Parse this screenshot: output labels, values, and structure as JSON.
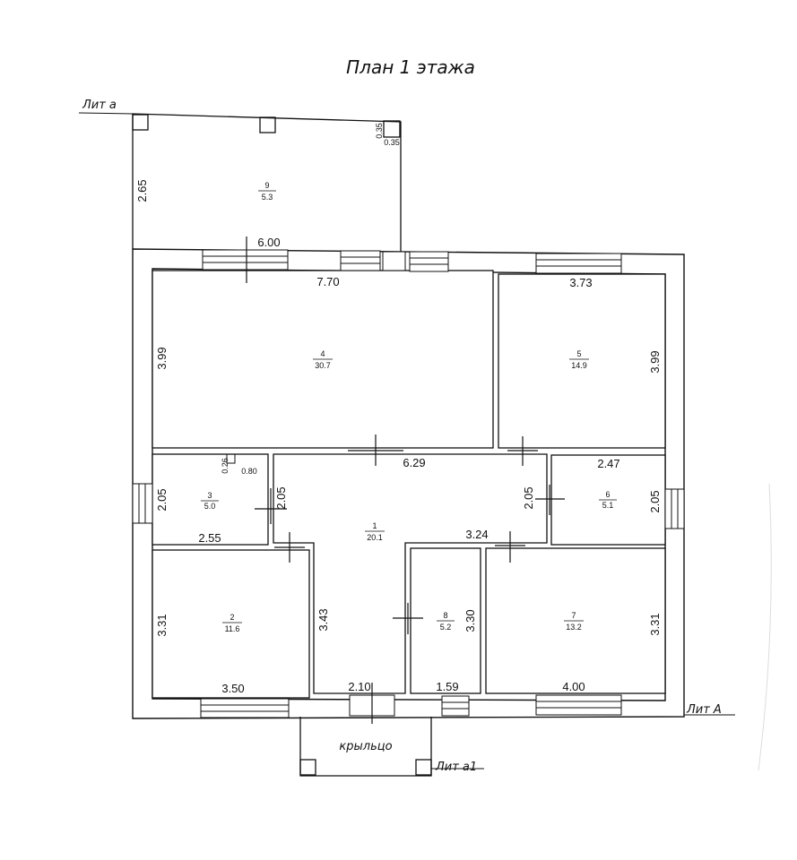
{
  "title": "План 1 этажа",
  "labels": {
    "lit_a_small": "Лит а",
    "lit_A": "Лит А",
    "lit_a1": "Лит а1",
    "porch": "крыльцо"
  },
  "rooms": [
    {
      "num": "1",
      "area": "20.1"
    },
    {
      "num": "2",
      "area": "11.6"
    },
    {
      "num": "3",
      "area": "5.0"
    },
    {
      "num": "4",
      "area": "30.7"
    },
    {
      "num": "5",
      "area": "14.9"
    },
    {
      "num": "6",
      "area": "5.1"
    },
    {
      "num": "7",
      "area": "13.2"
    },
    {
      "num": "8",
      "area": "5.2"
    },
    {
      "num": "9",
      "area": "5.3"
    }
  ],
  "dimensions": {
    "r9_height": "2.65",
    "r9_width": "6.00",
    "r9_pillar_a": "0.35",
    "r9_pillar_b": "0.35",
    "r4_width": "7.70",
    "r4_height": "3.99",
    "r5_width": "3.73",
    "r5_height": "3.99",
    "corr_width": "6.29",
    "r3_pillar_a": "0.26",
    "r3_pillar_b": "0.80",
    "r3_left": "2.05",
    "r3_right": "2.05",
    "r3_bottom": "2.55",
    "corr_right": "2.05",
    "r6_top": "2.47",
    "r6_right": "2.05",
    "corr_bottom": "3.24",
    "r2_left": "3.31",
    "r2_bottom": "3.50",
    "corr_left": "3.43",
    "corr_door": "2.10",
    "r8_height": "3.30",
    "r8_bottom": "1.59",
    "r7_right": "3.31",
    "r7_bottom": "4.00"
  }
}
